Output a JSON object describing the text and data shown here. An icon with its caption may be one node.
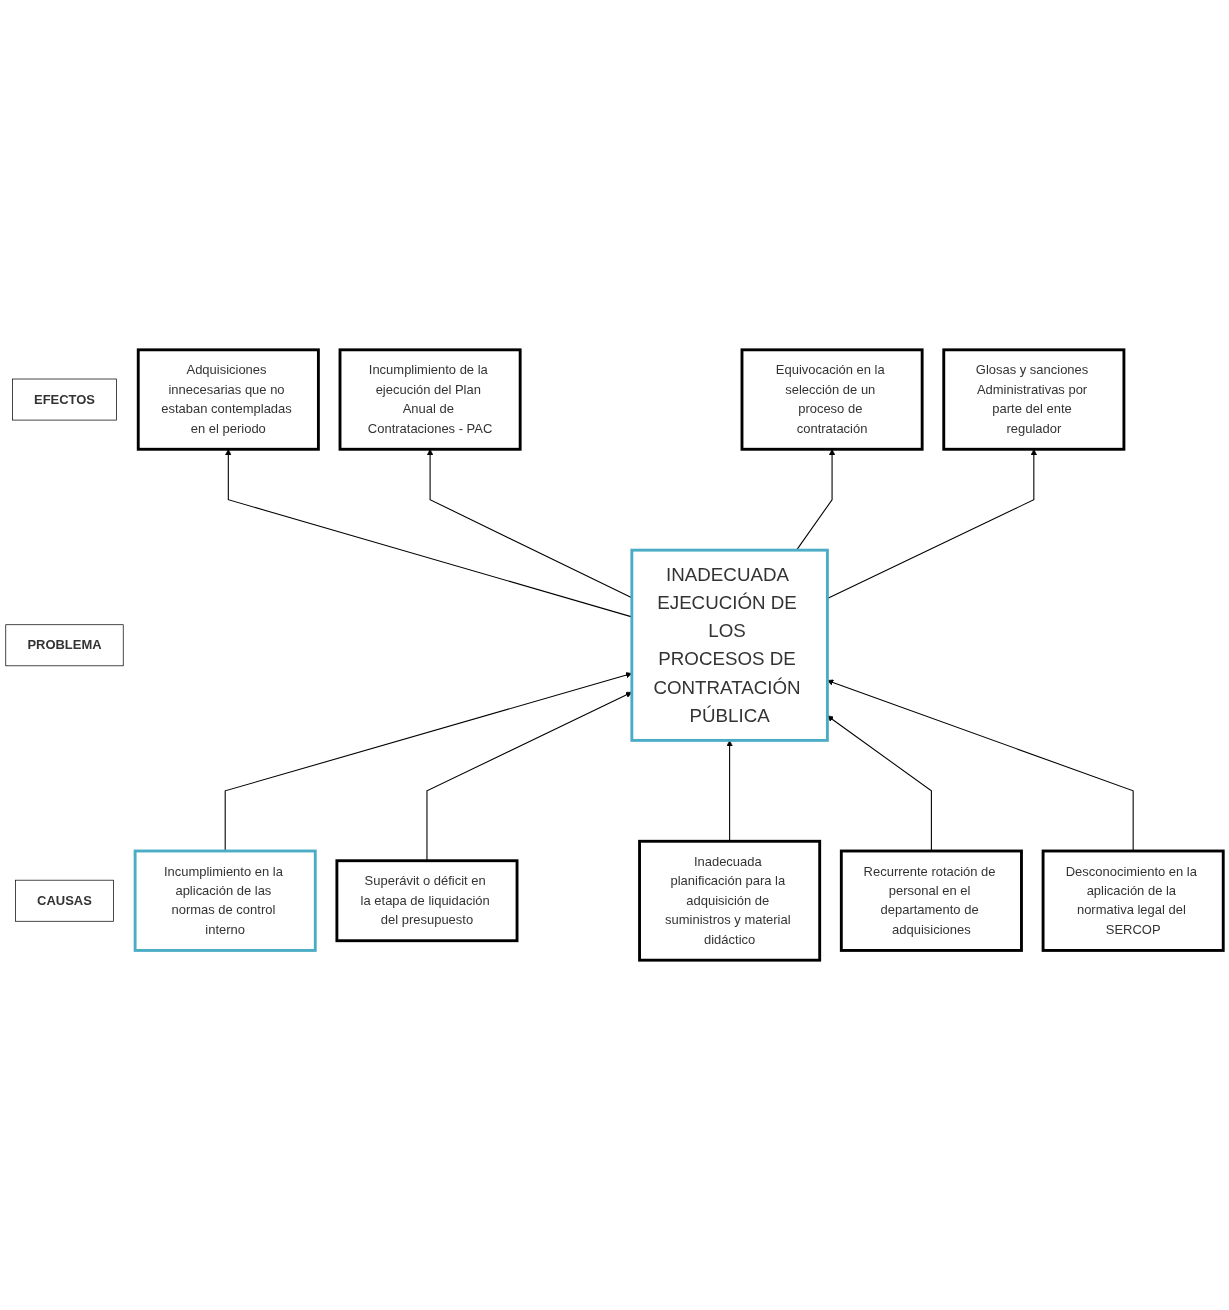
{
  "diagram": {
    "nodes": [
      {
        "text": [
          "EFECTOS"
        ]
      },
      {
        "text": [
          "Adquisiciones innecesarias que no estaban contempladas en el periodo"
        ]
      },
      {
        "text": [
          "Incumplimiento de la ejecución del Plan Anual de Contrataciones - PAC"
        ]
      },
      {
        "text": [
          "Equivocación en la selección de un proceso de contratación"
        ]
      },
      {
        "text": [
          "Glosas y sanciones Administrativas por parte del ente regulador"
        ]
      },
      {
        "text": [
          "PROBLEMA"
        ]
      },
      {
        "text": [
          "INADECUADA EJECUCIÓN DE LOS PROCESOS DE CONTRATACIÓN PÚBLICA"
        ]
      },
      {
        "text": [
          "CAUSAS"
        ]
      },
      {
        "text": [
          "Incumplimiento en la aplicación de las normas de control interno"
        ]
      },
      {
        "text": [
          "Superávit o déficit en la etapa de liquidación del presupuesto"
        ]
      },
      {
        "text": [
          "Inadecuada planificación para la adquisición de suministros y material didáctico"
        ]
      },
      {
        "text": [
          "Recurrente rotación de personal en el departamento de adquisiciones"
        ]
      },
      {
        "text": [
          "Desconocimiento en la aplicación de la normativa legal del SERCOP"
        ]
      }
    ],
    "edges": [
      {
        "from": 6,
        "to": 1,
        "arrow": "to"
      },
      {
        "from": 6,
        "to": 2,
        "arrow": "to"
      },
      {
        "from": 6,
        "to": 3,
        "arrow": "to"
      },
      {
        "from": 6,
        "to": 4,
        "arrow": "to"
      },
      {
        "from": 8,
        "to": 6,
        "arrow": "to"
      },
      {
        "from": 9,
        "to": 6,
        "arrow": "to"
      },
      {
        "from": 10,
        "to": 6,
        "arrow": "to"
      },
      {
        "from": 11,
        "to": 6,
        "arrow": "to"
      },
      {
        "from": 12,
        "to": 6,
        "arrow": "to"
      }
    ]
  }
}
